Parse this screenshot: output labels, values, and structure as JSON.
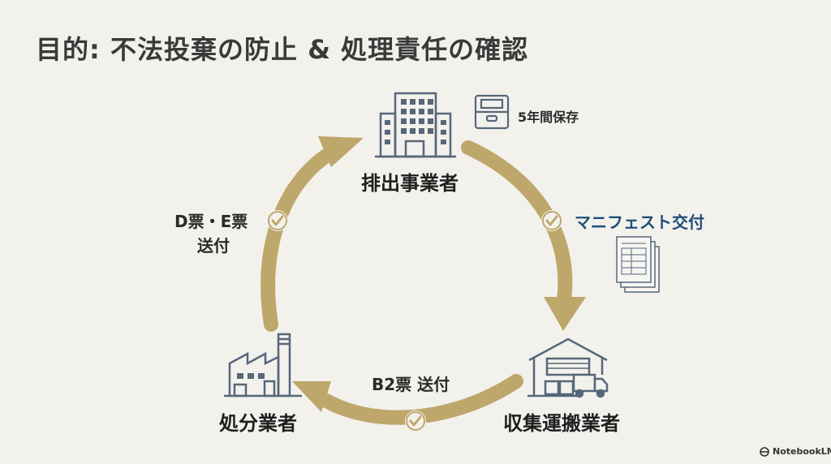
{
  "title": "目的: 不法投棄の防止 & 処理責任の確認",
  "nodes": {
    "generator": "排出事業者",
    "transporter": "収集運搬業者",
    "disposer": "処分業者"
  },
  "edges": {
    "issue_manifest": "マニフェスト交付",
    "b2_send": "B2票 送付",
    "de_send_line1": "D票・E票",
    "de_send_line2": "送付"
  },
  "storage_note": "5年間保存",
  "brand": "NotebookLM",
  "colors": {
    "arrow": "#bda76a",
    "icon": "#56677a",
    "accent_text": "#1f4e79"
  }
}
